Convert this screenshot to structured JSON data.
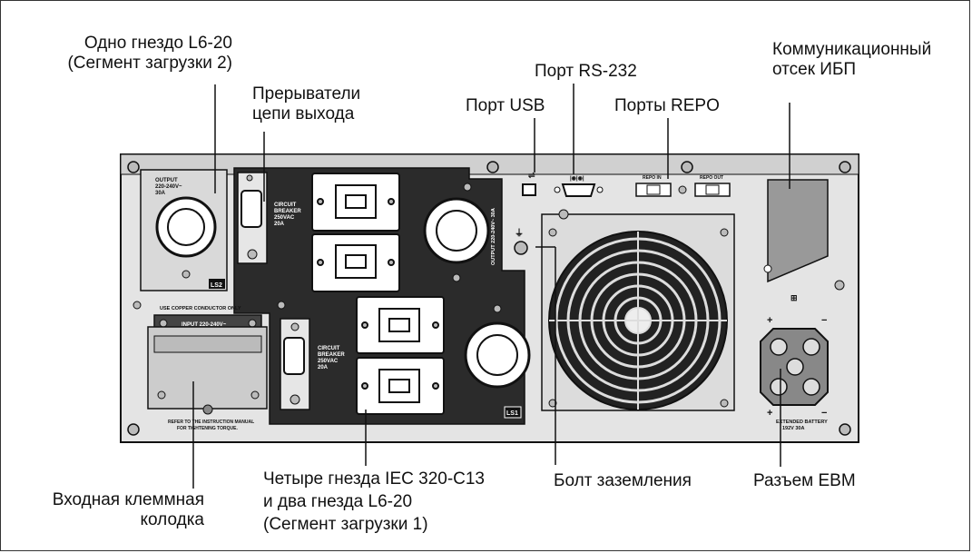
{
  "callouts": {
    "ls2_outlet": [
      "Одно гнездо L6-20",
      "(Сегмент загрузки 2)"
    ],
    "breakers": [
      "Прерыватели",
      "цепи выхода"
    ],
    "usb": "Порт USB",
    "rs232": "Порт RS-232",
    "repo": "Порты REPO",
    "comm_bay": [
      "Коммуникационный",
      "отсек ИБП"
    ],
    "terminal_block": [
      "Входная клеммная",
      "колодка"
    ],
    "ls1_outlets": [
      "Четыре гнезда IEC 320-C13",
      "и два гнезда L6-20",
      "(Сегмент загрузки 1)"
    ],
    "ground_bolt": "Болт заземления",
    "ebm_connector": "Разъем EBM"
  },
  "panel_labels": {
    "ls2_output": [
      "OUTPUT",
      "220-240V~",
      "30A"
    ],
    "breaker_top": [
      "CIRCUIT",
      "BREAKER",
      "250VAC",
      "20A"
    ],
    "breaker_bottom": [
      "CIRCUIT",
      "BREAKER",
      "250VAC",
      "20A"
    ],
    "ls1_output_vertical": "OUTPUT 220-240V~ 30A",
    "ls2_tag": "LS2",
    "ls1_tag": "LS1",
    "copper_note": "USE COPPER CONDUCTOR ONLY",
    "input_rating": "INPUT  220-240V~",
    "manual_note": [
      "REFER TO THE INSTRUCTION MANUAL",
      "FOR TIGHTENING TORQUE."
    ],
    "repo_in": "REPO IN",
    "repo_out": "REPO OUT",
    "ext_battery": [
      "EXTENDED BATTERY",
      "192V 30A"
    ],
    "plus": "+",
    "minus": "−"
  },
  "colors": {
    "chassis": "#e6e6e6",
    "dark_panel": "#2b2b2b",
    "outline": "#111111",
    "fan_grill": "#1a1a1a"
  }
}
